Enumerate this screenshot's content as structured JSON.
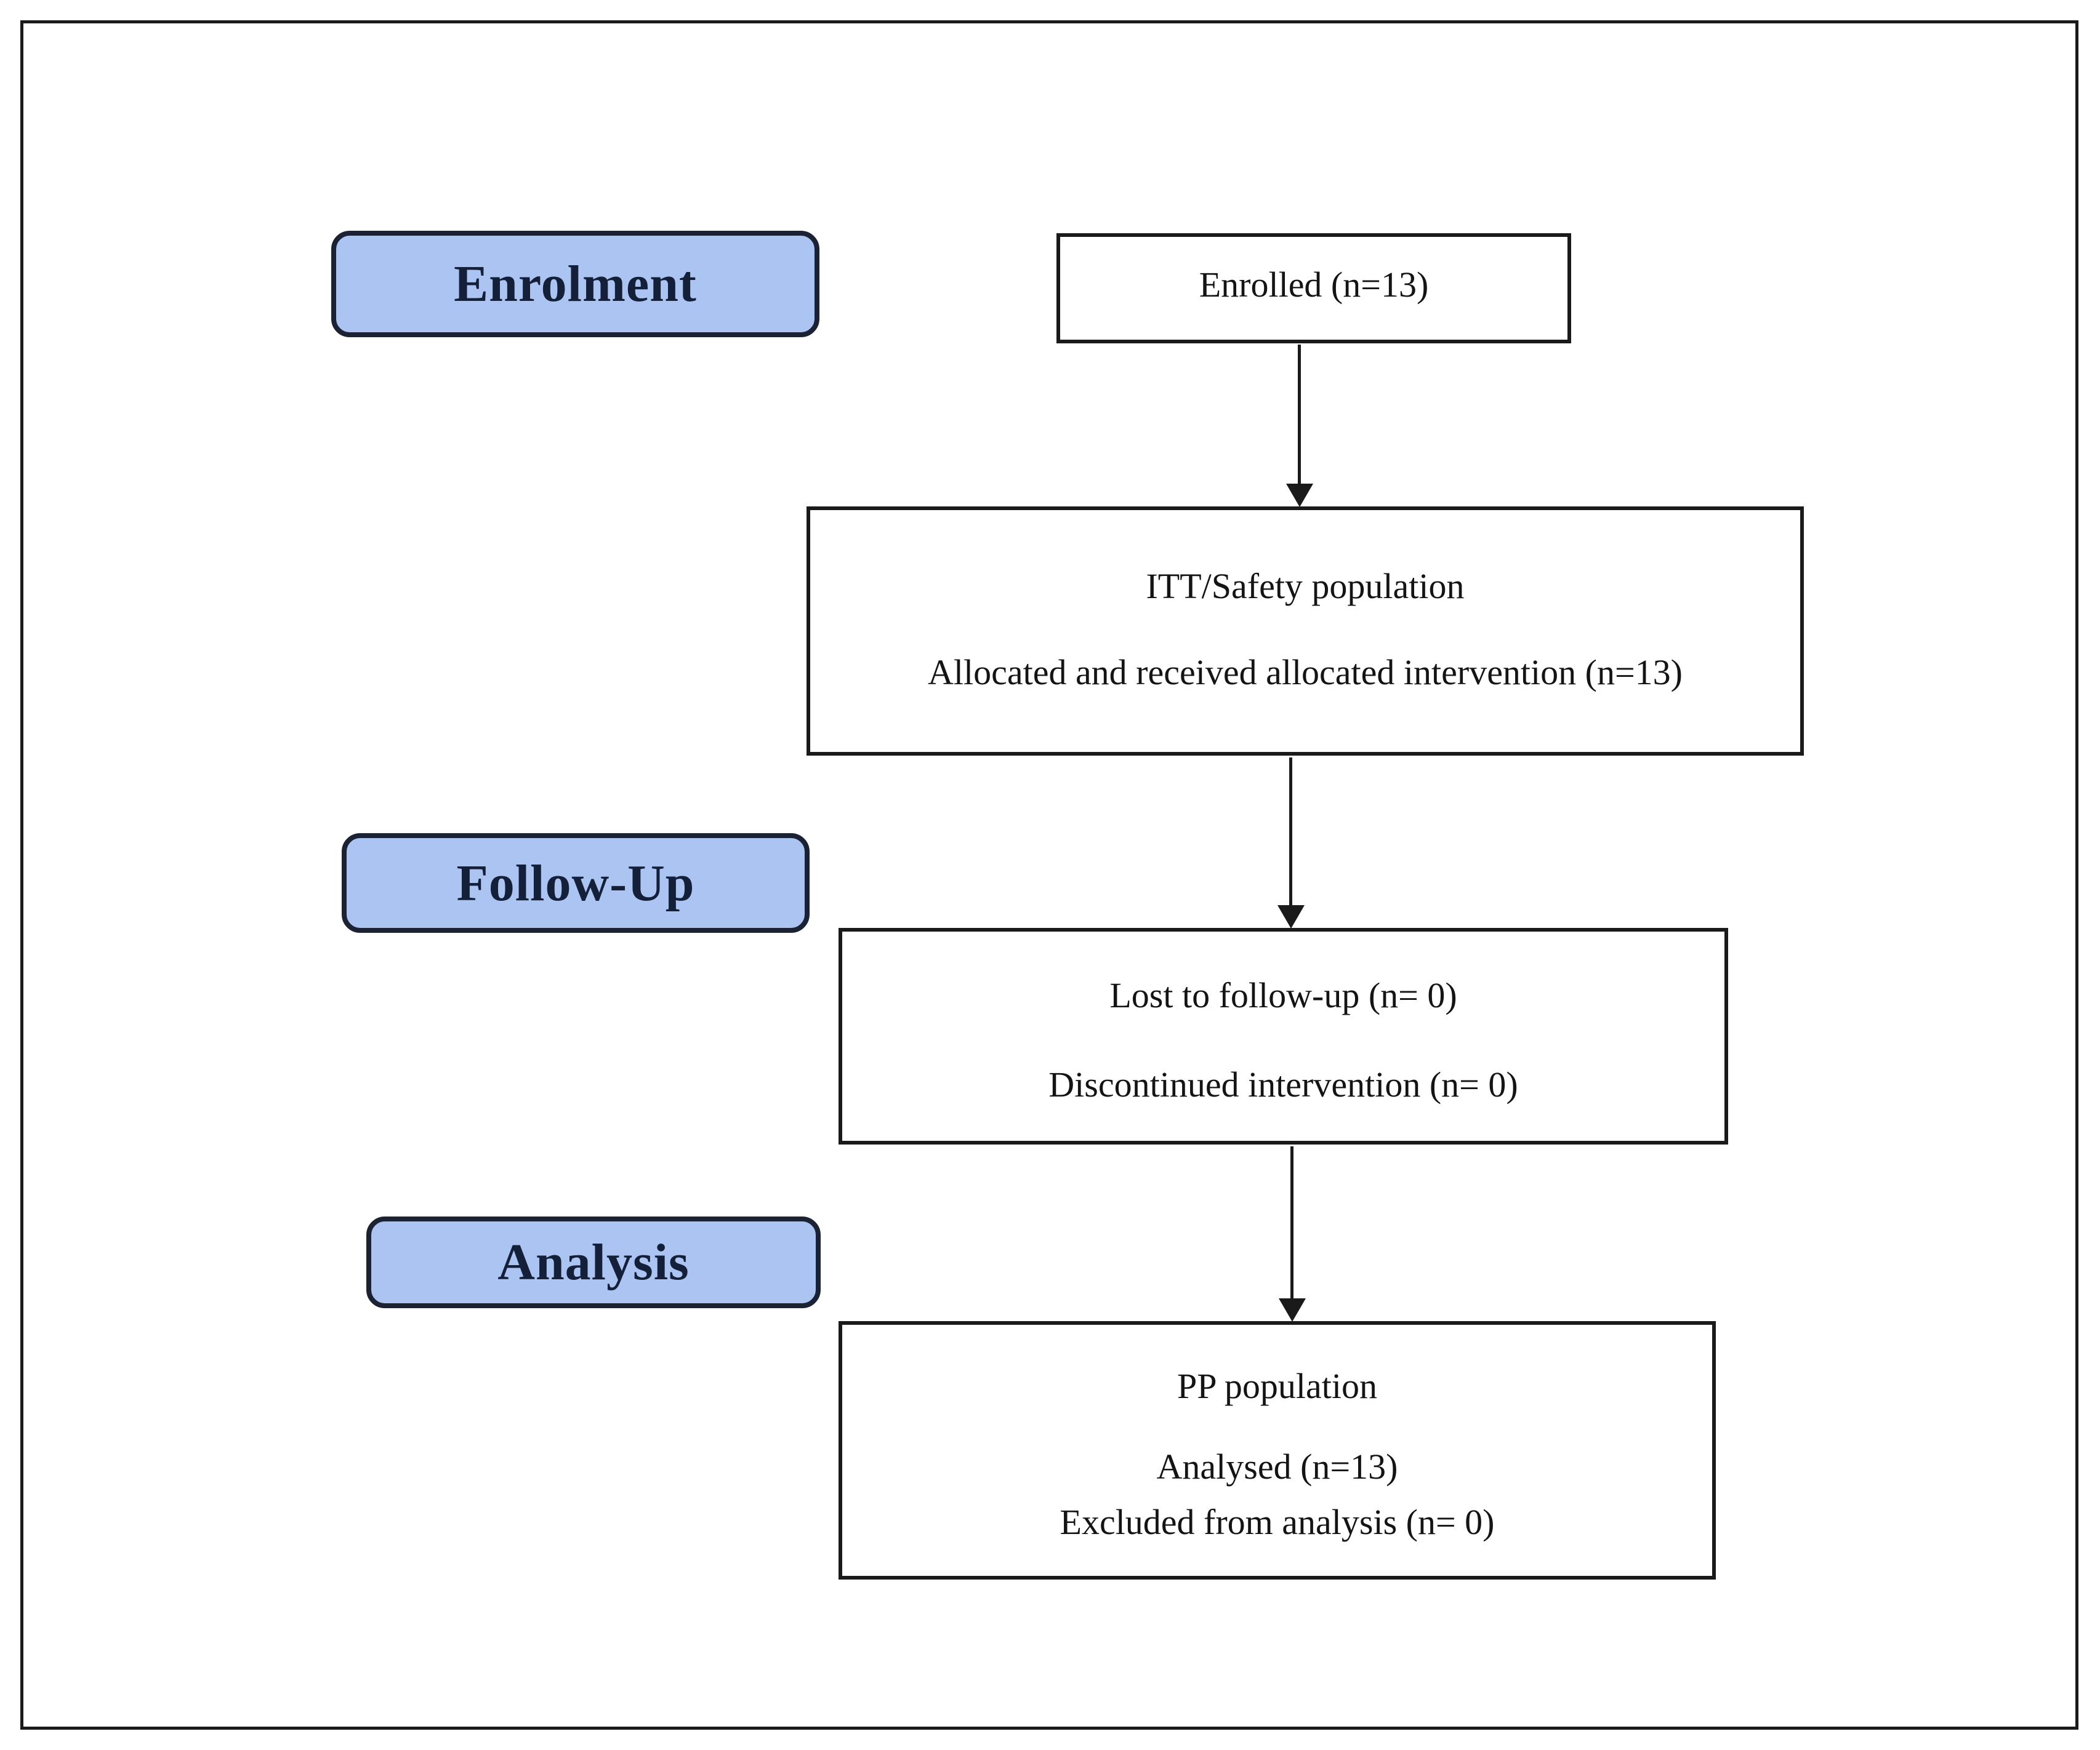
{
  "figure_type": "consort-flow-diagram",
  "stages": [
    {
      "label": "Enrolment"
    },
    {
      "label": "Follow-Up"
    },
    {
      "label": "Analysis"
    }
  ],
  "boxes": {
    "enrolled": {
      "lines": [
        "Enrolled (n=13)"
      ]
    },
    "itt": {
      "lines": [
        "ITT/Safety population",
        "Allocated and received allocated intervention (n=13)"
      ]
    },
    "followup_outcomes": {
      "lines": [
        "Lost to follow-up (n= 0)",
        "Discontinued intervention (n= 0)"
      ]
    },
    "pp": {
      "lines": [
        "PP population",
        "Analysed (n=13)",
        "Excluded from analysis (n= 0)"
      ]
    }
  },
  "colors": {
    "stage_fill": "#abc4f2",
    "stage_border": "#1b2233",
    "stage_text": "#14203a",
    "box_border": "#1a1a1a",
    "frame_color": "#1a1a1a",
    "text_color": "#141414"
  }
}
